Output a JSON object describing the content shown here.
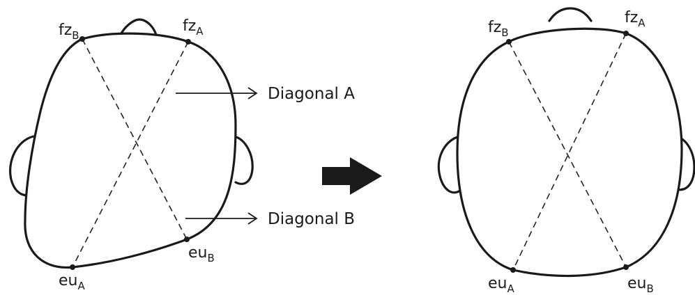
{
  "labels": {
    "fz": "fz",
    "eu": "eu",
    "sub_a": "A",
    "sub_b": "B"
  },
  "annotations": {
    "diagonal_a": "Diagonal A",
    "diagonal_b": "Diagonal B"
  }
}
